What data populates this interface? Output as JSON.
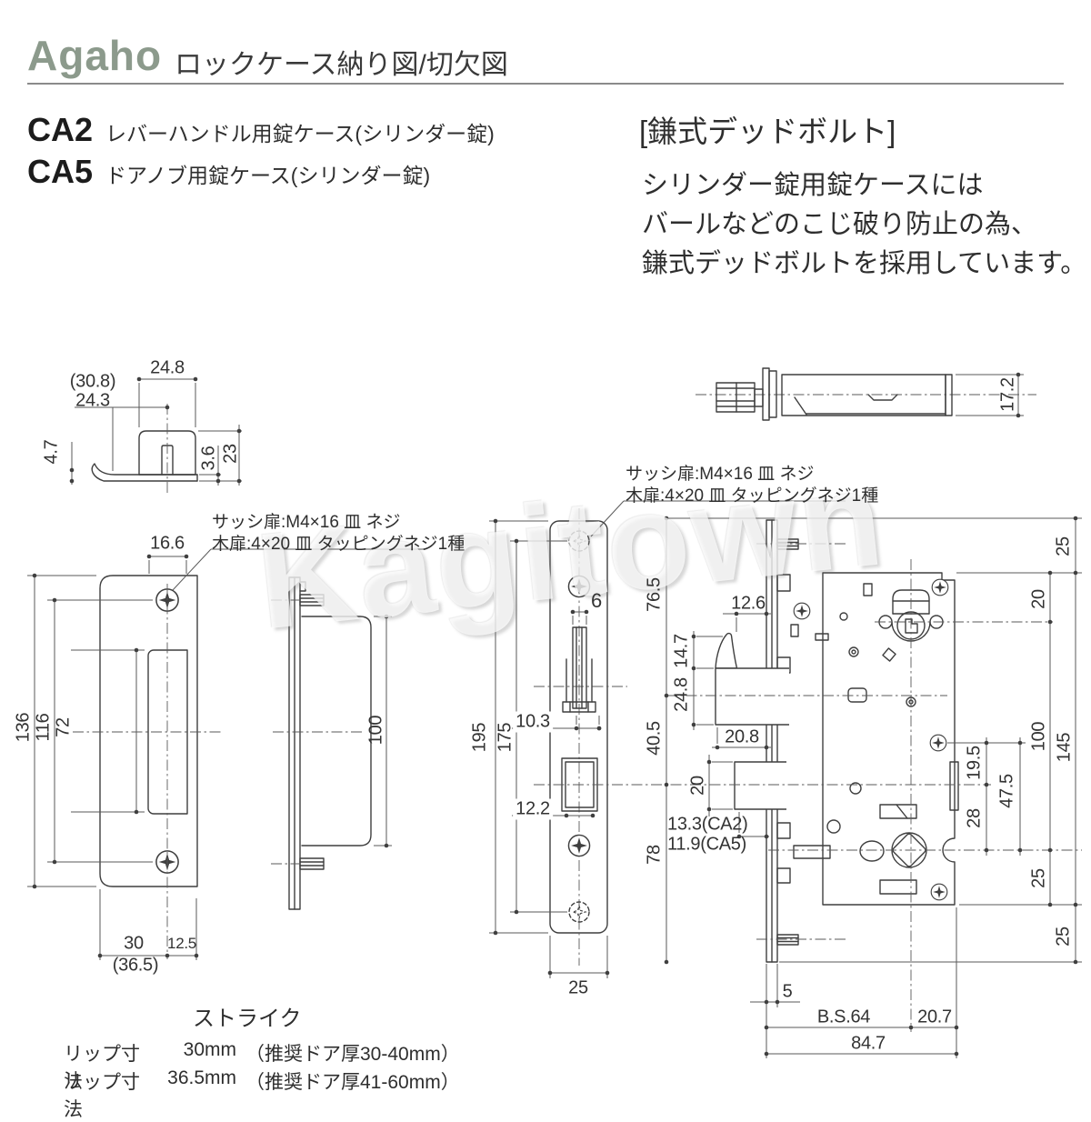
{
  "header": {
    "brand": "Agaho",
    "title": "ロックケース納り図/切欠図"
  },
  "products": [
    {
      "code": "CA2",
      "desc": "レバーハンドル用錠ケース(シリンダー錠)"
    },
    {
      "code": "CA5",
      "desc": "ドアノブ用錠ケース(シリンダー錠)"
    }
  ],
  "deadbolt_note": {
    "heading": "[鎌式デッドボルト]",
    "lines": [
      "シリンダー錠用錠ケースには",
      "バールなどのこじ破り防止の為、",
      "鎌式デッドボルトを採用しています。"
    ]
  },
  "screw_note": {
    "line1": "サッシ扉:M4×16 皿 ネジ",
    "line2": "木扉:4×20 皿 タッピングネジ1種"
  },
  "watermark": "Kagitown",
  "strike_caption": "ストライク",
  "lip_specs": [
    {
      "label": "リップ寸法",
      "value": "30mm",
      "detail": "（推奨ドア厚30-40mm）"
    },
    {
      "label": "リップ寸法",
      "value": "36.5mm",
      "detail": "（推奨ドア厚41-60mm）"
    }
  ],
  "dims": {
    "cs_width_alt": "(30.8)",
    "cs_width": "24.3",
    "cs_top": "24.8",
    "cs_lip": "4.7",
    "cs_thick": "3.6",
    "cs_height": "23",
    "case_depth": "17.2",
    "st_screw": "16.6",
    "st_h": "136",
    "st_pitch": "116",
    "st_cut": "72",
    "st_lip": "30",
    "st_lip_alt": "(36.5)",
    "st_edge": "12.5",
    "st_box": "100",
    "fp_h": "195",
    "fp_pitch": "175",
    "fp_latch": "6",
    "fp_103": "10.3",
    "fp_122": "12.2",
    "fp_w": "25",
    "r765": "76.5",
    "r405": "40.5",
    "r78": "78",
    "r147": "14.7",
    "r248": "24.8",
    "r126": "12.6",
    "r208": "20.8",
    "r20b": "20",
    "r133": "13.3(CA2)",
    "r119": "11.9(CA5)",
    "r25t": "25",
    "r20t": "20",
    "r100": "100",
    "r145": "145",
    "r195": "19.5",
    "r475": "47.5",
    "r28": "28",
    "r25m": "25",
    "r25b": "25",
    "r5": "5",
    "rbs": "B.S.64",
    "r207": "20.7",
    "r847": "84.7"
  }
}
